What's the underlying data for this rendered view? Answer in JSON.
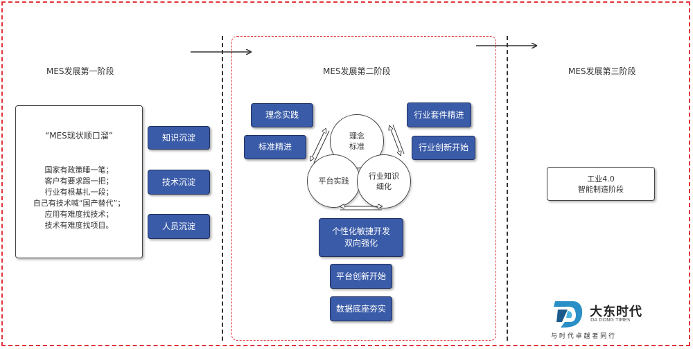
{
  "stages": {
    "stage1": {
      "title": "MES发展第一阶段"
    },
    "stage2": {
      "title": "MES发展第二阶段"
    },
    "stage3": {
      "title": "MES发展第三阶段"
    }
  },
  "status_box": {
    "heading": "“MES现状顺口溜”",
    "lines": [
      "国家有政策睡一笔；",
      "客户有要求踢一把；",
      "行业有根基扎一段；",
      "自己有技术喊“国产替代”；",
      "应用有难度找技术；",
      "技术有难度找项目。"
    ]
  },
  "stage1_boxes": [
    "知识沉淀",
    "技术沉淀",
    "人员沉淀"
  ],
  "stage2": {
    "left_boxes": [
      "理念实践",
      "标准精进"
    ],
    "right_boxes": [
      "行业套件精进",
      "行业创新开始"
    ],
    "circles": {
      "top": [
        "理念",
        "标准"
      ],
      "left": "平台实践",
      "right": [
        "行业知识",
        "细化"
      ]
    },
    "bottom_boxes": {
      "main": [
        "个性化敏捷开发",
        "双向强化"
      ],
      "platform": "平台创新开始",
      "database": "数据底座夯实"
    }
  },
  "stage3_box": [
    "工业4.0",
    "智能制造阶段"
  ],
  "logo": {
    "name": "大东时代",
    "english": "DA DONG TIMES",
    "slogan": "与 时 代 卓 越 者 同 行"
  },
  "colors": {
    "box_blue": "#3a5ba8",
    "frame_red": "#e0353a"
  }
}
